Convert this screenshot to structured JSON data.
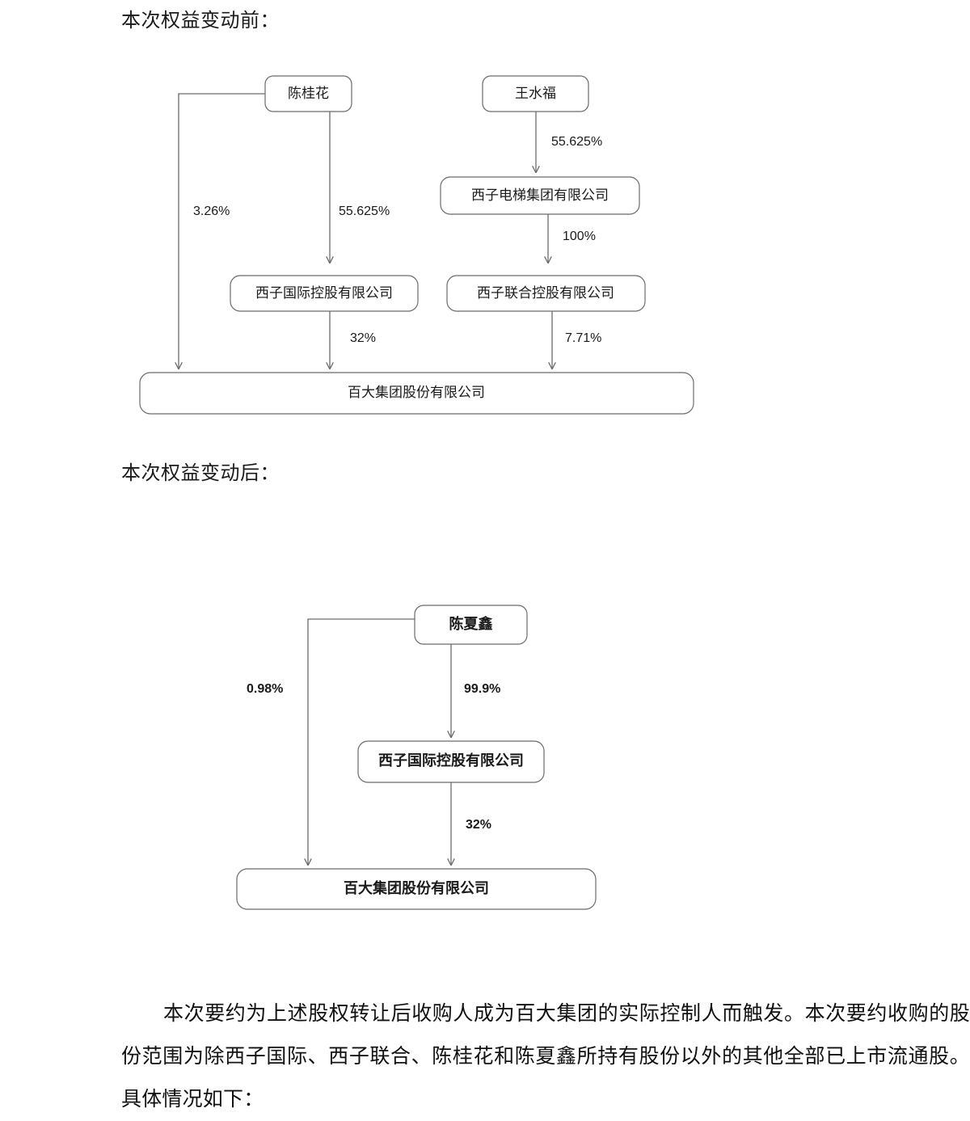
{
  "document": {
    "heading_before": "本次权益变动前：",
    "heading_after": "本次权益变动后：",
    "paragraph": "本次要约为上述股权转让后收购人成为百大集团的实际控制人而触发。本次要约收购的股份范围为除西子国际、西子联合、陈桂花和陈夏鑫所持有股份以外的其他全部已上市流通股。具体情况如下："
  },
  "colors": {
    "line": "#6b6b6b",
    "text": "#1a1a1a",
    "background": "#ffffff"
  },
  "diagram_before": {
    "nodes": {
      "chen_guihua": "陈桂花",
      "wang_shuifu": "王水福",
      "xizi_elevator": "西子电梯集团有限公司",
      "xizi_international": "西子国际控股有限公司",
      "xizi_united": "西子联合控股有限公司",
      "baida_group": "百大集团股份有限公司"
    },
    "edges": [
      {
        "from": "chen_guihua",
        "to": "baida_group",
        "label": "3.26%"
      },
      {
        "from": "chen_guihua",
        "to": "xizi_international",
        "label": "55.625%"
      },
      {
        "from": "wang_shuifu",
        "to": "xizi_elevator",
        "label": "55.625%"
      },
      {
        "from": "xizi_elevator",
        "to": "xizi_united",
        "label": "100%"
      },
      {
        "from": "xizi_international",
        "to": "baida_group",
        "label": "32%"
      },
      {
        "from": "xizi_united",
        "to": "baida_group",
        "label": "7.71%"
      }
    ]
  },
  "diagram_after": {
    "nodes": {
      "chen_xiaxin": "陈夏鑫",
      "xizi_international": "西子国际控股有限公司",
      "baida_group": "百大集团股份有限公司"
    },
    "edges": [
      {
        "from": "chen_xiaxin",
        "to": "baida_group",
        "label": "0.98%"
      },
      {
        "from": "chen_xiaxin",
        "to": "xizi_international",
        "label": "99.9%"
      },
      {
        "from": "xizi_international",
        "to": "baida_group",
        "label": "32%"
      }
    ]
  }
}
